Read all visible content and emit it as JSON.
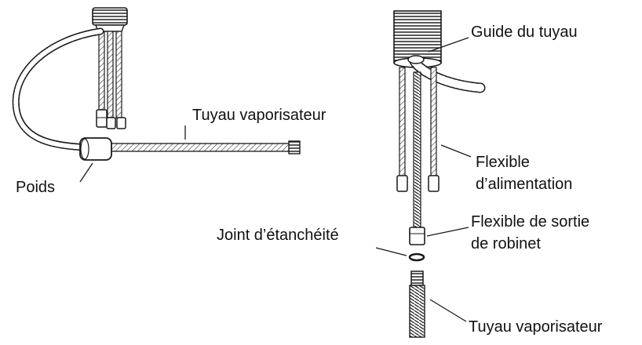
{
  "labels": {
    "spray_hose_left": "Tuyau vaporisateur",
    "weight": "Poids",
    "hose_guide": "Guide du tuyau",
    "supply_line_1": "Flexible",
    "supply_line_2": "d’alimentation",
    "faucet_outlet_1": "Flexible de sortie",
    "faucet_outlet_2": "de robinet",
    "seal": "Joint d’étanchéité",
    "spray_hose_right": "Tuyau vaporisateur"
  }
}
